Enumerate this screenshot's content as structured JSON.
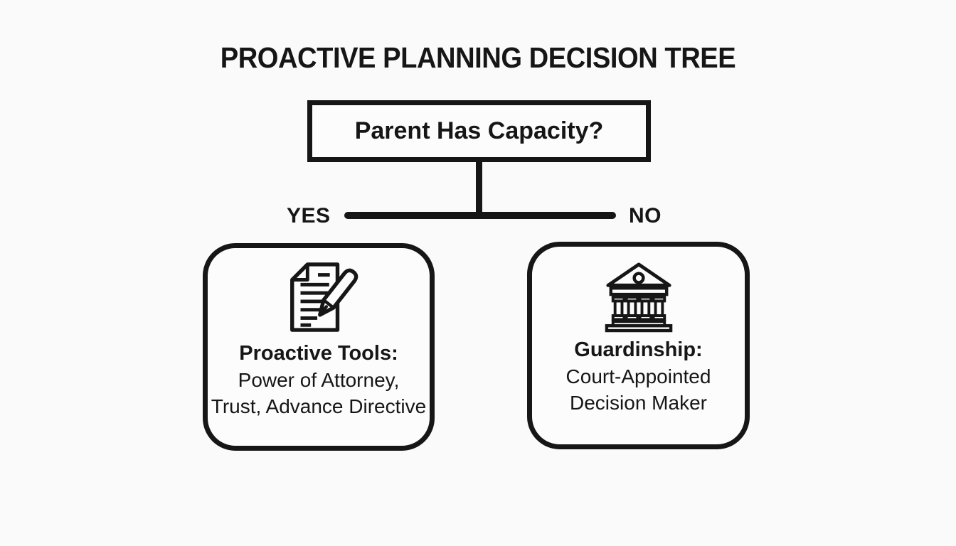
{
  "colors": {
    "background": "#fafafa",
    "ink": "#161616",
    "box_fill": "#fcfcfc"
  },
  "title": "PROACTIVE PLANNING DECISION TREE",
  "root": {
    "label": "Parent Has Capacity?"
  },
  "branches": {
    "yes_label": "YES",
    "no_label": "NO"
  },
  "nodes": {
    "yes": {
      "icon": "document-pencil-icon",
      "heading": "Proactive Tools:",
      "line1": "Power of Attorney,",
      "line2": "Trust, Advance Directive"
    },
    "no": {
      "icon": "courthouse-icon",
      "heading": "Guardinship:",
      "line1": "Court-Appointed",
      "line2": "Decision Maker"
    }
  }
}
